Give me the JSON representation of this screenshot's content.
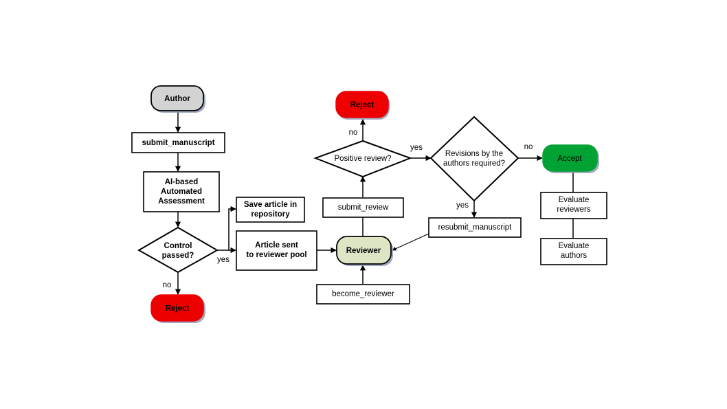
{
  "diagram": {
    "title": "Editorial peer-review workflow flowchart",
    "colors": {
      "author_fill": "#d3d3d3",
      "reject_fill": "#ee0000",
      "accept_fill": "#00a234",
      "reviewer_fill": "#dde5c5",
      "box_fill": "#ffffff",
      "stroke": "#000000",
      "shadow": "#8f9ab5"
    },
    "nodes": [
      {
        "id": "author",
        "label": "Author",
        "shape": "terminator",
        "fill": "author_fill"
      },
      {
        "id": "submit_manuscript",
        "label": "submit_manuscript",
        "shape": "box"
      },
      {
        "id": "ai_assessment_l1",
        "label": "AI-based",
        "shape": "box"
      },
      {
        "id": "ai_assessment_l2",
        "label": "Automated",
        "shape": "box"
      },
      {
        "id": "ai_assessment_l3",
        "label": "Assessment",
        "shape": "box"
      },
      {
        "id": "control_passed_l1",
        "label": "Control",
        "shape": "diamond"
      },
      {
        "id": "control_passed_l2",
        "label": "passed?",
        "shape": "diamond"
      },
      {
        "id": "reject_left",
        "label": "Reject",
        "shape": "terminator",
        "fill": "reject_fill"
      },
      {
        "id": "save_article_l1",
        "label": "Save article in",
        "shape": "box"
      },
      {
        "id": "save_article_l2",
        "label": "repository",
        "shape": "box"
      },
      {
        "id": "article_sent_l1",
        "label": "Article sent",
        "shape": "box"
      },
      {
        "id": "article_sent_l2",
        "label": "to reviewer pool",
        "shape": "box"
      },
      {
        "id": "reviewer",
        "label": "Reviewer",
        "shape": "terminator",
        "fill": "reviewer_fill"
      },
      {
        "id": "become_reviewer",
        "label": "become_reviewer",
        "shape": "box"
      },
      {
        "id": "submit_review",
        "label": "submit_review",
        "shape": "box"
      },
      {
        "id": "positive_review",
        "label": "Positive review?",
        "shape": "diamond"
      },
      {
        "id": "reject_top",
        "label": "Reject",
        "shape": "terminator",
        "fill": "reject_fill"
      },
      {
        "id": "revisions_l1",
        "label": "Revisions by the",
        "shape": "diamond"
      },
      {
        "id": "revisions_l2",
        "label": "authors required?",
        "shape": "diamond"
      },
      {
        "id": "resubmit",
        "label": "resubmit_manuscript",
        "shape": "box"
      },
      {
        "id": "accept",
        "label": "Accept",
        "shape": "terminator",
        "fill": "accept_fill"
      },
      {
        "id": "evaluate_rev_l1",
        "label": "Evaluate",
        "shape": "box"
      },
      {
        "id": "evaluate_rev_l2",
        "label": "reviewers",
        "shape": "box"
      },
      {
        "id": "evaluate_auth_l1",
        "label": "Evaluate",
        "shape": "box"
      },
      {
        "id": "evaluate_auth_l2",
        "label": "authors",
        "shape": "box"
      }
    ],
    "edge_labels": {
      "control_no": "no",
      "control_yes": "yes",
      "positive_no": "no",
      "positive_yes": "yes",
      "revisions_no": "no",
      "revisions_yes": "yes"
    }
  }
}
